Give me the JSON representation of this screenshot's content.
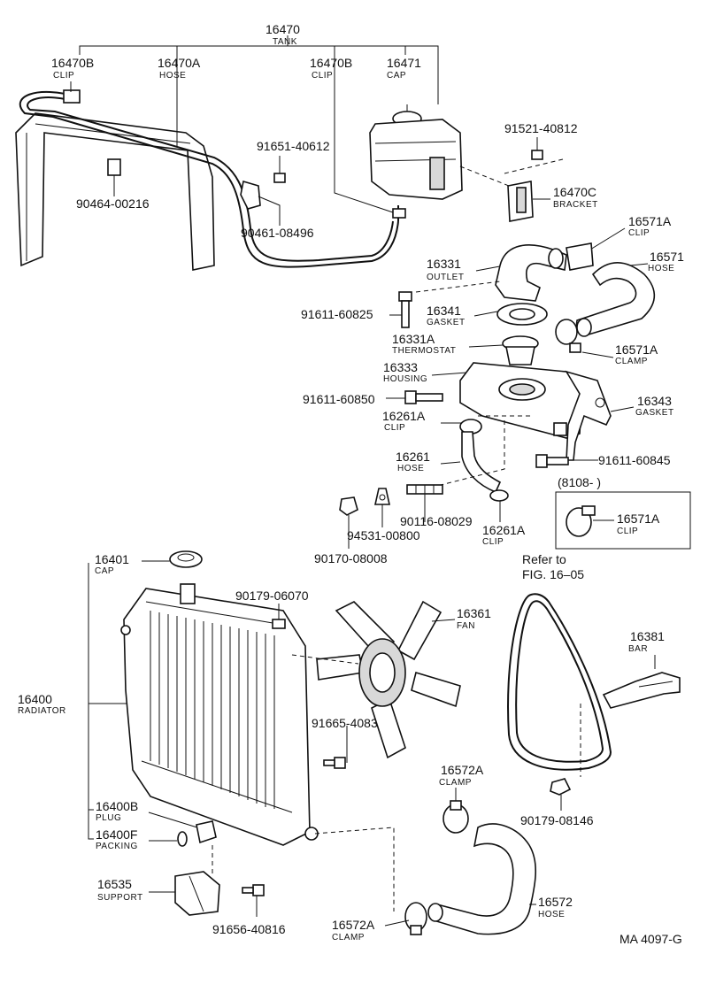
{
  "parts": {
    "tank": {
      "no": "16470",
      "name": "TANK"
    },
    "clip_left": {
      "no": "16470B",
      "name": "CLIP"
    },
    "hose_tank": {
      "no": "16470A",
      "name": "HOSE"
    },
    "clip_right": {
      "no": "16470B",
      "name": "CLIP"
    },
    "cap_tank": {
      "no": "16471",
      "name": "CAP"
    },
    "bolt_91521": {
      "no": "91521-40812"
    },
    "bolt_91651": {
      "no": "91651-40612"
    },
    "clip_90464": {
      "no": "90464-00216"
    },
    "clip_90461": {
      "no": "90461-08496"
    },
    "bracket": {
      "no": "16470C",
      "name": "BRACKET"
    },
    "clip_16571a_top": {
      "no": "16571A",
      "name": "CLIP"
    },
    "hose_16571": {
      "no": "16571",
      "name": "HOSE"
    },
    "outlet": {
      "no": "16331",
      "name": "OUTLET"
    },
    "bolt_91611_825": {
      "no": "91611-60825"
    },
    "gasket_16341": {
      "no": "16341",
      "name": "GASKET"
    },
    "thermostat": {
      "no": "16331A",
      "name": "THERMOSTAT"
    },
    "clamp_16571a": {
      "no": "16571A",
      "name": "CLAMP"
    },
    "housing": {
      "no": "16333",
      "name": "HOUSING"
    },
    "bolt_91611_850": {
      "no": "91611-60850"
    },
    "gasket_16343": {
      "no": "16343",
      "name": "GASKET"
    },
    "clip_16261a_top": {
      "no": "16261A",
      "name": "CLIP"
    },
    "hose_16261": {
      "no": "16261",
      "name": "HOSE"
    },
    "bolt_91611_845": {
      "no": "91611-60845"
    },
    "stud_90116": {
      "no": "90116-08029"
    },
    "clip_16261a_bottom": {
      "no": "16261A",
      "name": "CLIP"
    },
    "washer_94531": {
      "no": "94531-00800"
    },
    "nut_90170": {
      "no": "90170-08008"
    },
    "box_date": "(8108-       )",
    "clip_16571a_box": {
      "no": "16571A",
      "name": "CLIP"
    },
    "cap_radiator": {
      "no": "16401",
      "name": "CAP"
    },
    "nut_90179_070": {
      "no": "90179-06070"
    },
    "fan": {
      "no": "16361",
      "name": "FAN"
    },
    "refer_line1": "Refer to",
    "refer_line2": "FIG. 16–05",
    "bar": {
      "no": "16381",
      "name": "BAR"
    },
    "radiator": {
      "no": "16400",
      "name": "RADIATOR"
    },
    "bolt_91665": {
      "no": "91665-40835"
    },
    "clamp_16572a_top": {
      "no": "16572A",
      "name": "CLAMP"
    },
    "plug": {
      "no": "16400B",
      "name": "PLUG"
    },
    "packing": {
      "no": "16400F",
      "name": "PACKING"
    },
    "nut_90179_146": {
      "no": "90179-08146"
    },
    "support": {
      "no": "16535",
      "name": "SUPPORT"
    },
    "bolt_91656": {
      "no": "91656-40816"
    },
    "clamp_16572a_bottom": {
      "no": "16572A",
      "name": "CLAMP"
    },
    "hose_16572": {
      "no": "16572",
      "name": "HOSE"
    },
    "figure_code": "MA 4097-G"
  }
}
